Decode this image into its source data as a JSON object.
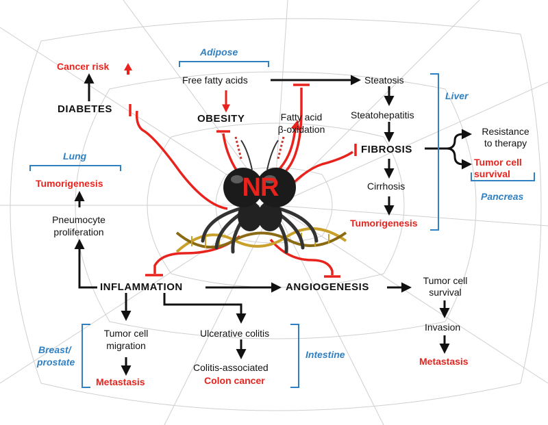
{
  "center": {
    "label": "NR"
  },
  "cancer_risk": {
    "text": "Cancer risk"
  },
  "adipose": {
    "label": "Adipose",
    "free_fatty_acids": "Free fatty acids"
  },
  "diabetes": "DIABETES",
  "obesity": "OBESITY",
  "fatty_acid_oxidation": {
    "line1": "Fatty acid",
    "line2": "β-oxidation"
  },
  "liver": {
    "label": "Liver",
    "steatosis": "Steatosis",
    "steatohepatitis": "Steatohepatitis",
    "fibrosis": "FIBROSIS",
    "cirrhosis": "Cirrhosis",
    "tumorigenesis": "Tumorigenesis"
  },
  "pancreas": {
    "label": "Pancreas",
    "resistance_line1": "Resistance",
    "resistance_line2": "to therapy",
    "survival_line1": "Tumor cell",
    "survival_line2": "survival"
  },
  "lung": {
    "label": "Lung",
    "tumorigenesis": "Tumorigenesis",
    "proliferation_line1": "Pneumocyte",
    "proliferation_line2": "proliferation"
  },
  "inflammation": "INFLAMMATION",
  "angiogenesis": "ANGIOGENESIS",
  "angio_pathway": {
    "survival_line1": "Tumor cell",
    "survival_line2": "survival",
    "invasion": "Invasion",
    "metastasis": "Metastasis"
  },
  "breast_prostate": {
    "label_line1": "Breast/",
    "label_line2": "prostate",
    "migration_line1": "Tumor cell",
    "migration_line2": "migration",
    "metastasis": "Metastasis"
  },
  "intestine": {
    "label": "Intestine",
    "colitis": "Ulcerative colitis",
    "colitis_assoc": "Colitis-associated",
    "colon_cancer": "Colon cancer"
  },
  "colors": {
    "red": "#e8231d",
    "blue": "#2f7fc1",
    "black": "#111111"
  }
}
